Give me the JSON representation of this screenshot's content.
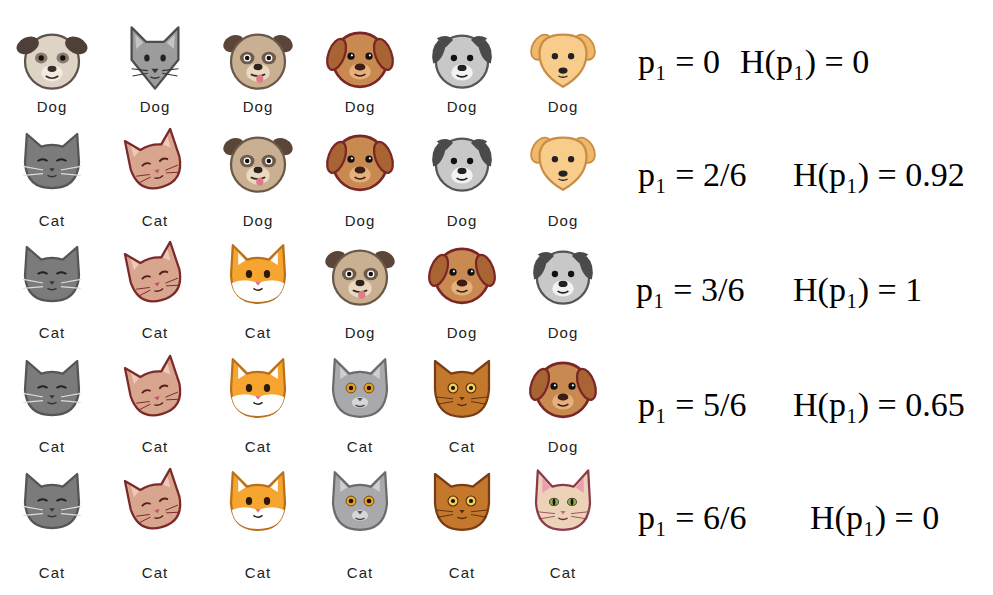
{
  "diagram": {
    "labels": [
      "Dog",
      "Dog",
      "Dog",
      "Dog",
      "Dog",
      "Dog",
      "p₁ = 0",
      "H(p₁) = 0",
      "Cat",
      "Cat",
      "Dog",
      "Dog",
      "Dog",
      "Dog",
      "p₁ = 2/6",
      "H(p₁) = 0.92",
      "Cat",
      "Cat",
      "Cat",
      "Dog",
      "Dog",
      "Dog",
      "p₁ = 3/6",
      "H(p₁) = 1",
      "Cat",
      "Cat",
      "Cat",
      "Cat",
      "Cat",
      "Dog",
      "p₁ = 5/6",
      "H(p₁) = 0.65",
      "Cat",
      "Cat",
      "Cat",
      "Cat",
      "Cat",
      "Cat",
      "p₁ = 6/6",
      "H(p₁) = 0"
    ]
  }
}
